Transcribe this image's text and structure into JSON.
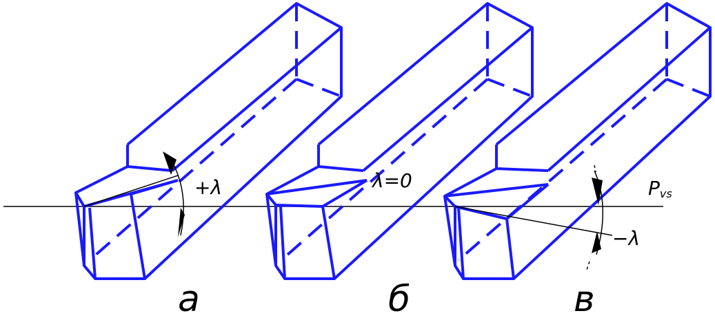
{
  "colors": {
    "outline": "#1a1aff",
    "annotation": "#000000",
    "background": "#ffffff"
  },
  "labels": {
    "panel_a": "а",
    "panel_b": "б",
    "panel_c": "в",
    "angle_positive": "+λ",
    "angle_zero": "λ=0",
    "angle_negative": "−λ",
    "plane_main": "P",
    "plane_sub": "vs"
  }
}
